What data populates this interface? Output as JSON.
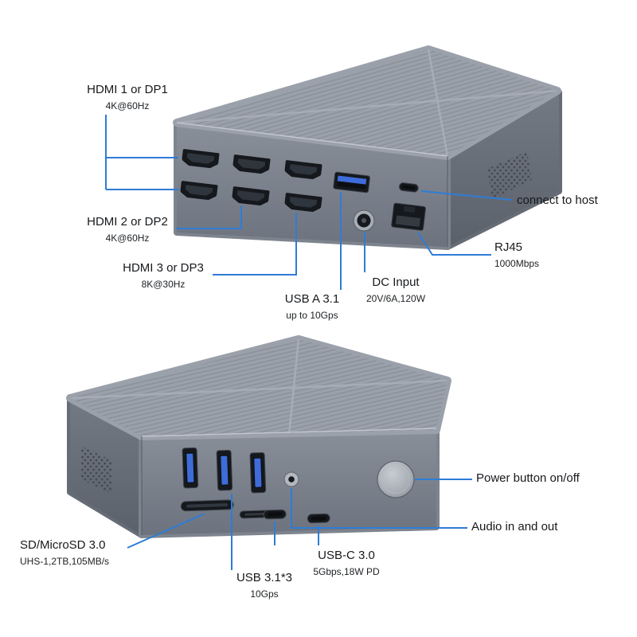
{
  "colors": {
    "callout_line": "#2e7cd6",
    "device_top": "#9ba1ab",
    "device_front": "#7e848e",
    "device_side": "#666c76",
    "usb_blue": "#3e6cd8",
    "port_dark": "#15181c",
    "label_text": "#17191c",
    "background": "#ffffff"
  },
  "rear_view": {
    "labels": {
      "hdmi1": {
        "main": "HDMI 1 or DP1",
        "sub": "4K@60Hz"
      },
      "hdmi2": {
        "main": "HDMI 2 or DP2",
        "sub": "4K@60Hz"
      },
      "hdmi3": {
        "main": "HDMI 3 or DP3",
        "sub": "8K@30Hz"
      },
      "usb_a": {
        "main": "USB A 3.1",
        "sub": "up to 10Gps"
      },
      "dc": {
        "main": "DC Input",
        "sub": "20V/6A,120W"
      },
      "host": {
        "main": "connect to host"
      },
      "rj45": {
        "main": "RJ45",
        "sub": "1000Mbps"
      }
    }
  },
  "front_view": {
    "labels": {
      "power": {
        "main": "Power button on/off"
      },
      "audio": {
        "main": "Audio in and out"
      },
      "sd": {
        "main": "SD/MicroSD 3.0",
        "sub": "UHS-1,2TB,105MB/s"
      },
      "usb31": {
        "main": "USB 3.1*3",
        "sub": "10Gps"
      },
      "usbc": {
        "main": "USB-C 3.0",
        "sub": "5Gbps,18W PD"
      }
    }
  }
}
